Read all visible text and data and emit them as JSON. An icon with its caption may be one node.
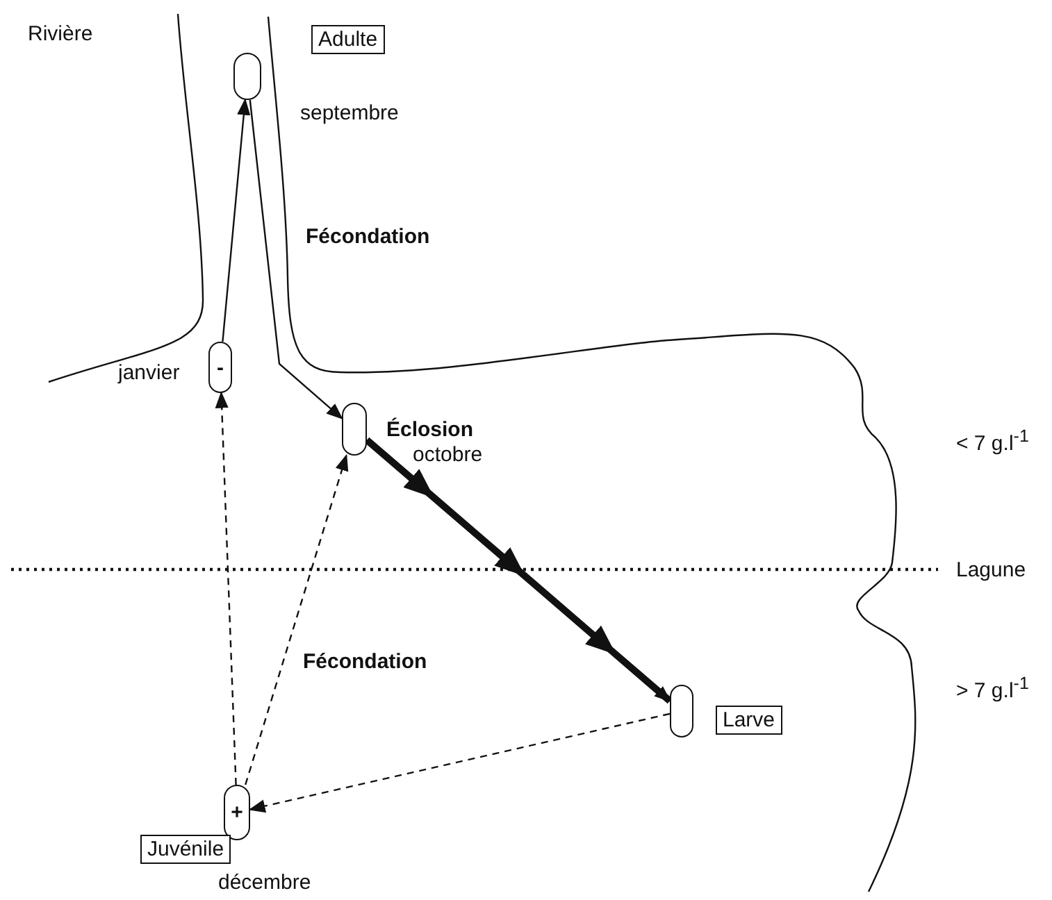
{
  "diagram": {
    "nodes": [
      {
        "text": [
          "Adulte"
        ],
        "beside": [
          "septembre"
        ]
      },
      {
        "text": [
          "Éclosion"
        ],
        "beside": [
          "octobre"
        ]
      },
      {
        "text": [
          "Larve"
        ]
      },
      {
        "text": [
          "+",
          "Juvénile"
        ],
        "beside": [
          "décembre"
        ]
      },
      {
        "text": [
          "-"
        ],
        "beside": [
          "janvier"
        ]
      }
    ],
    "edges": [
      {
        "from": 0,
        "to": 1,
        "arrow": "to",
        "label": "Fécondation"
      },
      {
        "from": 1,
        "to": 2,
        "arrow": "to",
        "style": "thick"
      },
      {
        "from": 2,
        "to": 3,
        "arrow": "to",
        "style": "dashed"
      },
      {
        "from": 3,
        "to": 1,
        "arrow": "to",
        "style": "dashed",
        "label": "Fécondation"
      },
      {
        "from": 3,
        "to": 4,
        "arrow": "to",
        "style": "dashed"
      },
      {
        "from": 4,
        "to": 0,
        "arrow": "to"
      }
    ],
    "labels": [
      "Rivière",
      "< 7 g.l$^{-1}$",
      "Lagune",
      "> 7 g.l$^{-1}$"
    ]
  }
}
